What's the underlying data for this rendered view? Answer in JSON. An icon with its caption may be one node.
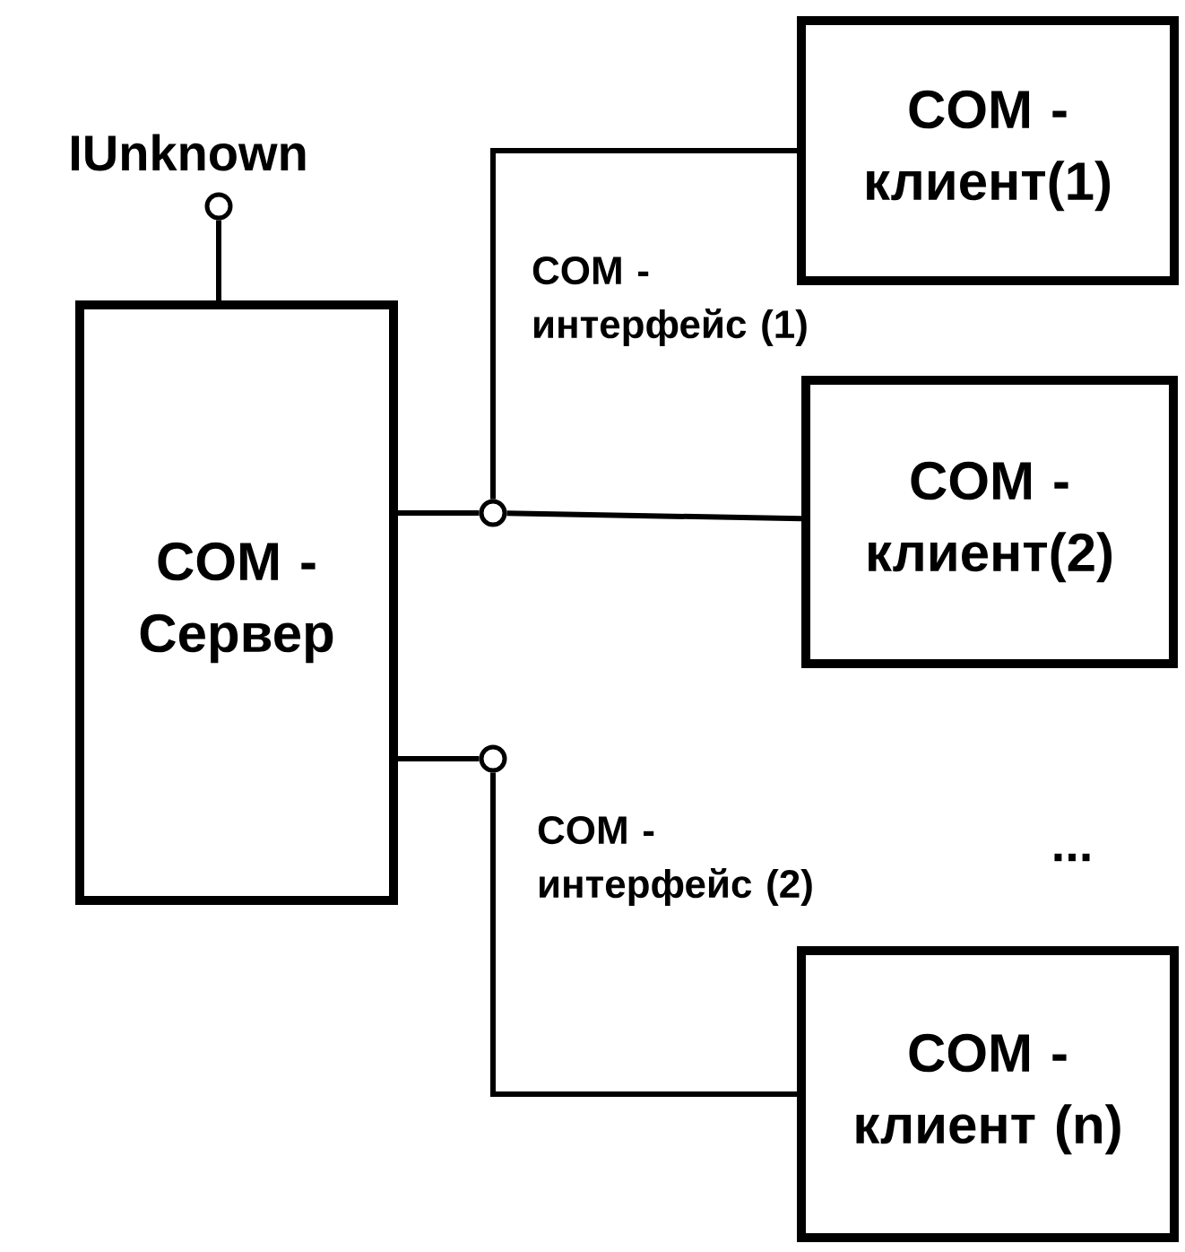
{
  "diagram": {
    "nodes": [
      {
        "text": [
          "COM - Сервер"
        ]
      },
      {
        "text": [
          "COM - клиент(1)"
        ]
      },
      {
        "text": [
          "COM - клиент(2)"
        ]
      },
      {
        "text": [
          "COM - клиент (n)"
        ]
      },
      {
        "text": [],
        "shape": "circle",
        "beside": [
          "IUnknown"
        ]
      },
      {
        "text": [],
        "shape": "circle"
      },
      {
        "text": [],
        "shape": "circle"
      }
    ],
    "edges": [
      {
        "from": 0,
        "to": 4,
        "arrow": "none"
      },
      {
        "from": 0,
        "to": 5,
        "arrow": "none"
      },
      {
        "from": 5,
        "to": 1,
        "arrow": "none"
      },
      {
        "from": 5,
        "to": 2,
        "arrow": "none"
      },
      {
        "from": 0,
        "to": 6,
        "arrow": "none"
      },
      {
        "from": 6,
        "to": 3,
        "arrow": "none"
      }
    ],
    "labels": [
      "COM - интерфейс (1)",
      "COM - интерфейс (2)",
      "..."
    ]
  }
}
